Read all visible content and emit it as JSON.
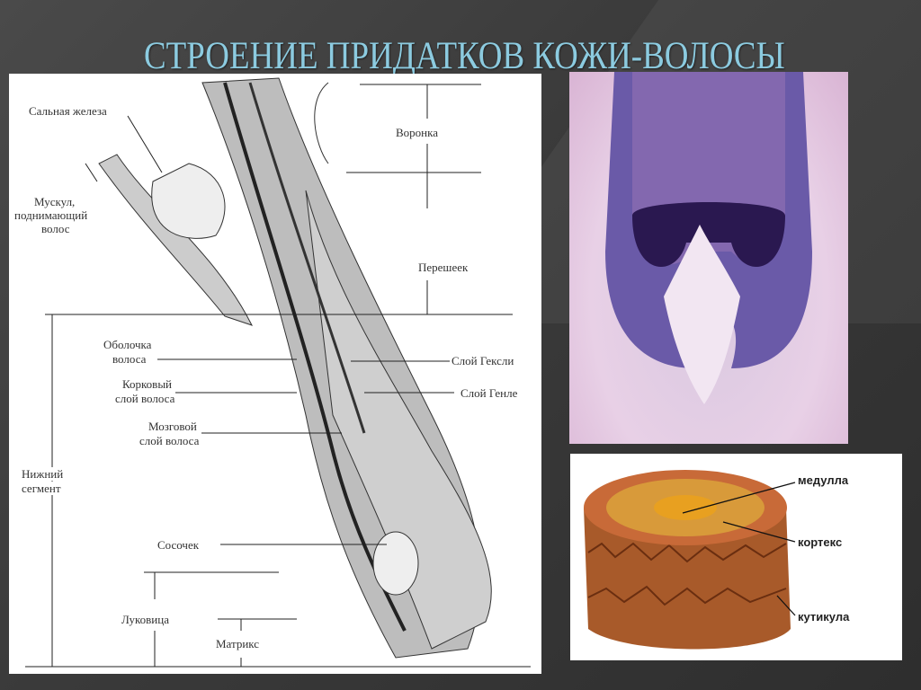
{
  "slide": {
    "title": "СТРОЕНИЕ ПРИДАТКОВ КОЖИ-ВОЛОСЫ"
  },
  "diagram": {
    "labels": {
      "sebaceous_gland": "Сальная железа",
      "muscle_1": "Мускул,",
      "muscle_2": "поднимающий",
      "muscle_3": "волос",
      "infundibulum": "Воронка",
      "isthmus": "Перешеек",
      "sheath_1": "Оболочка",
      "sheath_2": "волоса",
      "cortex_1": "Корковый",
      "cortex_2": "слой волоса",
      "medulla_1": "Мозговой",
      "medulla_2": "слой волоса",
      "huxley": "Слой Гексли",
      "henle": "Слой Генле",
      "lower_1": "Нижний",
      "lower_2": "сегмент",
      "papilla": "Сосочек",
      "bulb": "Луковица",
      "matrix": "Матрикс"
    }
  },
  "shaft_model": {
    "labels": {
      "medulla": "медулла",
      "cortex": "кортекс",
      "cuticle": "кутикула"
    }
  },
  "colors": {
    "title": "#8ccbe0",
    "background": "#3a3a3a"
  }
}
